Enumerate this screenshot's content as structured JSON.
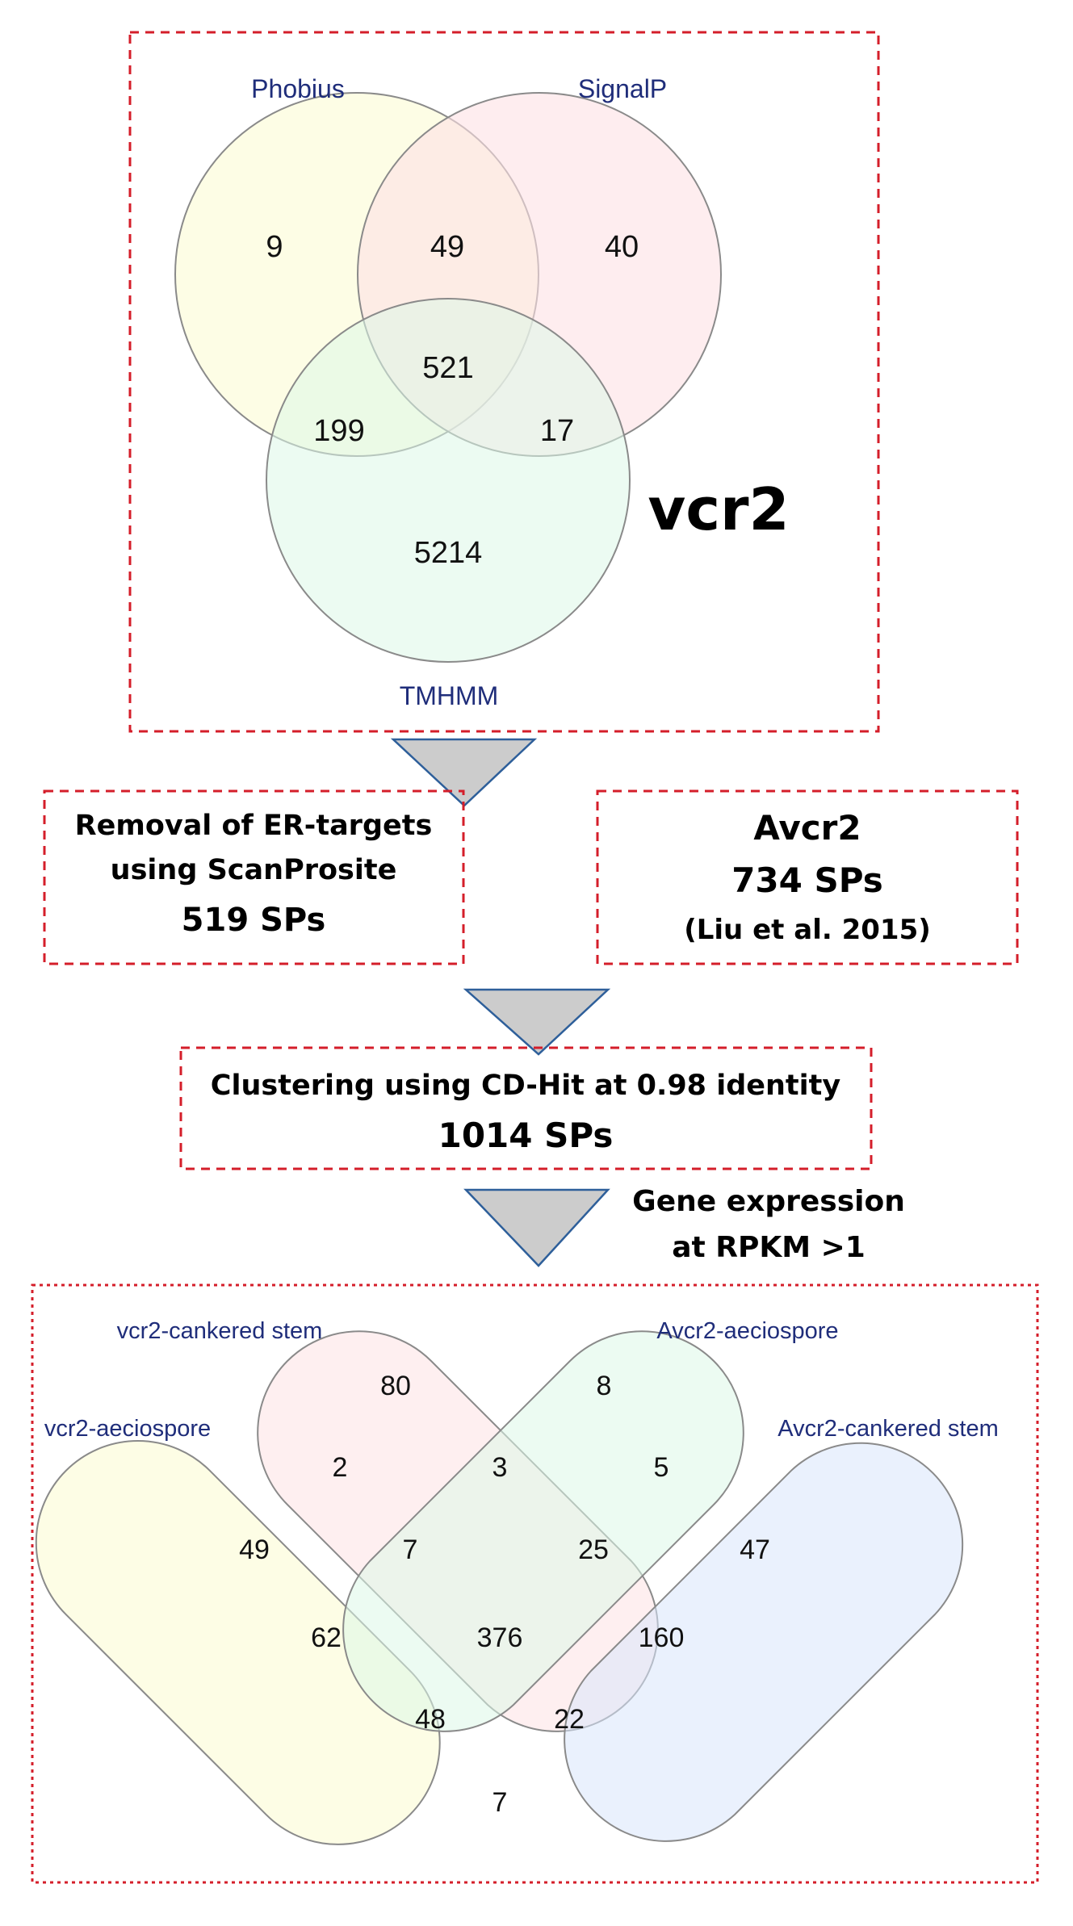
{
  "venn_top": {
    "sets": {
      "a": "Phobius",
      "b": "SignalP",
      "c": "TMHMM"
    },
    "regions": {
      "a_only": "9",
      "ab": "49",
      "b_only": "40",
      "abc": "521",
      "ac": "199",
      "bc": "17",
      "c_only": "5214"
    },
    "title": "vcr2",
    "colors": {
      "a": "#fdfde0",
      "b": "#fde1e4",
      "c": "#dcf8e8"
    }
  },
  "step_removal": {
    "line1": "Removal of ER-targets",
    "line2": "using ScanProsite",
    "line3": "519 SPs"
  },
  "step_avcr2": {
    "line1": "Avcr2",
    "line2": "734 SPs",
    "line3": "(Liu et al. 2015)"
  },
  "step_cluster": {
    "line1": "Clustering using CD-Hit at 0.98 identity",
    "line2": "1014 SPs"
  },
  "arrow_label": {
    "line1": "Gene expression",
    "line2": "at RPKM >1"
  },
  "venn_bottom": {
    "sets": {
      "a": "vcr2-aeciospore",
      "b": "vcr2-cankered stem",
      "c": "Avcr2-aeciospore",
      "d": "Avcr2-cankered stem"
    },
    "regions": {
      "b_only": "80",
      "c_only": "8",
      "a_only": "49",
      "d_only": "47",
      "ab": "2",
      "bc": "3",
      "cd": "5",
      "abc": "7",
      "bcd": "25",
      "ac": "62",
      "abcd": "376",
      "bd": "160",
      "acd": "48",
      "abd": "22",
      "ad": "7"
    },
    "colors": {
      "a": "#fdfde0",
      "b": "#fde1e4",
      "c": "#dcf8e8",
      "d": "#d8e6fb"
    }
  }
}
